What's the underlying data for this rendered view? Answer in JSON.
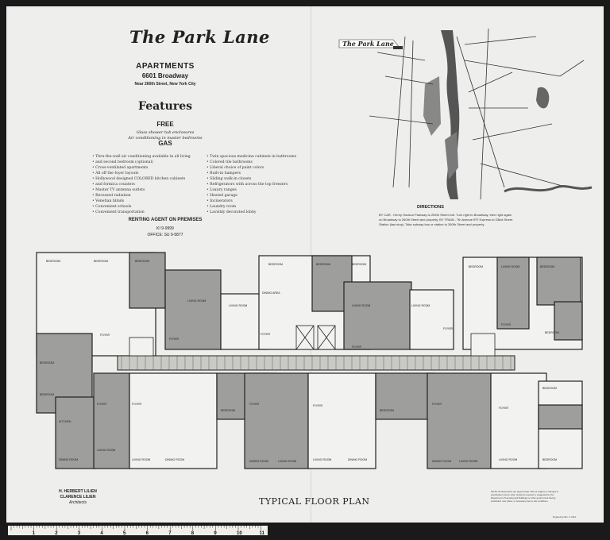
{
  "header": {
    "title": "The Park Lane",
    "apartments": "APARTMENTS",
    "address": "6601 Broadway",
    "near": "Near 260th Street, New York City"
  },
  "features": {
    "heading": "Features",
    "free_label": "FREE",
    "free_text": [
      "Glass shower tub enclosures",
      "Air conditioning in master bedrooms"
    ],
    "gas_label": "GAS",
    "left_items": [
      "Thru-the-wall air conditioning available in all living",
      "and second bedroom (optional)",
      "Cross-ventilated apartments",
      "All off the foyer layouts",
      "Hollywood designed COLORED kitchen cabinets",
      "and formica counters",
      "Master TV antenna outlets",
      "Recessed radiation",
      "Venetian blinds",
      "Convenient schools",
      "Convenient transportation"
    ],
    "right_items": [
      "Twin spacious medicine cabinets in bathrooms",
      "Colored tile bathrooms",
      "Liberal choice of paint colors",
      "Built-in hampers",
      "Sliding walk-in closets",
      "Refrigerators with across the top freezers",
      "Luxury ranges",
      "Heated garage",
      "Incinerators",
      "Laundry room",
      "Lavishly decorated lobby"
    ]
  },
  "renting": {
    "label": "RENTING AGENT ON PREMISES",
    "phone": "KI 9-9999",
    "office": "OFFICE: SU 9-5877"
  },
  "map": {
    "title": "The Park Lane",
    "directions_heading": "DIRECTIONS",
    "directions_text": "BY CAR - Henry Hudson Parkway to 254th Street exit. Turn right to Broadway, then right again on Broadway to 260th Street and property. BY TRAIN - 7th Avenue IRT Express to Gilliot Street Station (last stop). Take subway bus or station to 260th Street and property."
  },
  "plan": {
    "caption": "TYPICAL FLOOR PLAN",
    "rooms": {
      "bedroom": "BEDROOM",
      "living_room": "LIVING ROOM",
      "dining_room": "DINING ROOM",
      "dining_area": "DINING AREA",
      "kitchen": "KITCHEN",
      "foyer": "FOYER"
    }
  },
  "architects": {
    "line1": "H. HERBERT LILIEN",
    "line2": "CLARENCE LILIEN",
    "line3": "Architects"
  },
  "note": "NOTE: All dimensions are approximate. Plan is subject to changes in specification and to other revisions required or suggested by the Department of Housing and Buildings or other government having jurisdiction over plans, or necessary due to site conditions.",
  "prepared": "Prepared by Wm. C. PAUL",
  "ruler": {
    "labels": [
      "1",
      "2",
      "3",
      "4",
      "5",
      "6",
      "7",
      "8",
      "9",
      "10",
      "11"
    ]
  },
  "colors": {
    "sheet": "#eeeeec",
    "ink": "#222222",
    "room_fill": "#9e9e9c",
    "corridor": "#c9c9c6"
  }
}
